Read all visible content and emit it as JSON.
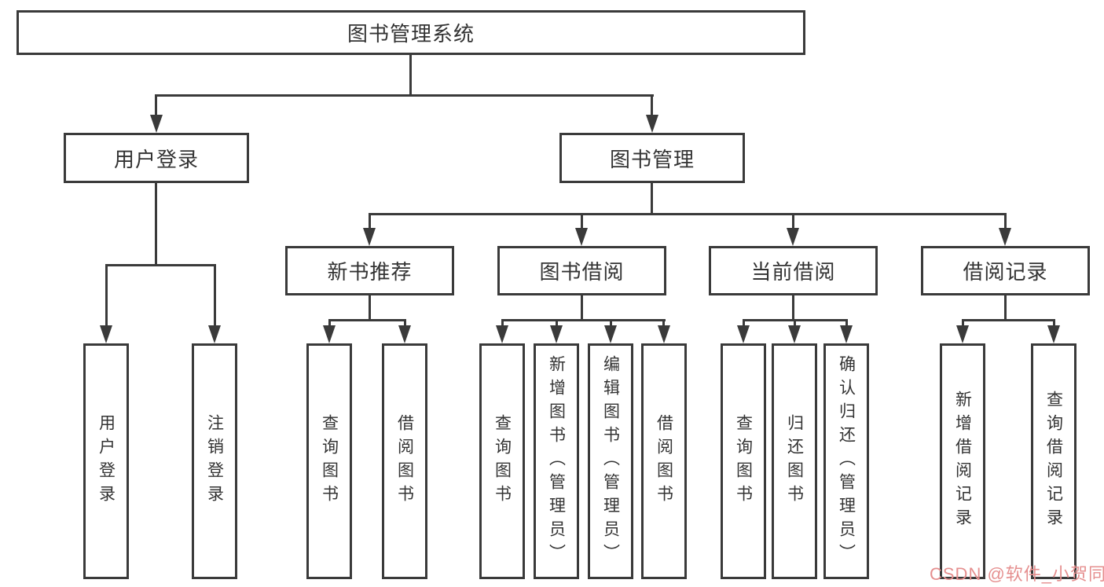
{
  "tree": {
    "root": {
      "label": "图书管理系统"
    },
    "branches": [
      {
        "label": "用户登录",
        "leaves": [
          {
            "label": "用户登录"
          },
          {
            "label": "注销登录"
          }
        ]
      },
      {
        "label": "图书管理",
        "groups": [
          {
            "label": "新书推荐",
            "leaves": [
              {
                "label": "查询图书"
              },
              {
                "label": "借阅图书"
              }
            ]
          },
          {
            "label": "图书借阅",
            "leaves": [
              {
                "label": "查询图书"
              },
              {
                "label": "新增图书（管理员）"
              },
              {
                "label": "编辑图书（管理员）"
              },
              {
                "label": "借阅图书"
              }
            ]
          },
          {
            "label": "当前借阅",
            "leaves": [
              {
                "label": "查询图书"
              },
              {
                "label": "归还图书"
              },
              {
                "label": "确认归还（管理员）"
              }
            ]
          },
          {
            "label": "借阅记录",
            "leaves": [
              {
                "label": "新增借阅记录"
              },
              {
                "label": "查询借阅记录"
              }
            ]
          }
        ]
      }
    ]
  },
  "watermark": {
    "text": "CSDN @软件_小贺同学",
    "color": "#e58f8f"
  },
  "colors": {
    "line": "#3a3a3a",
    "text": "#333333",
    "background": "#ffffff"
  }
}
